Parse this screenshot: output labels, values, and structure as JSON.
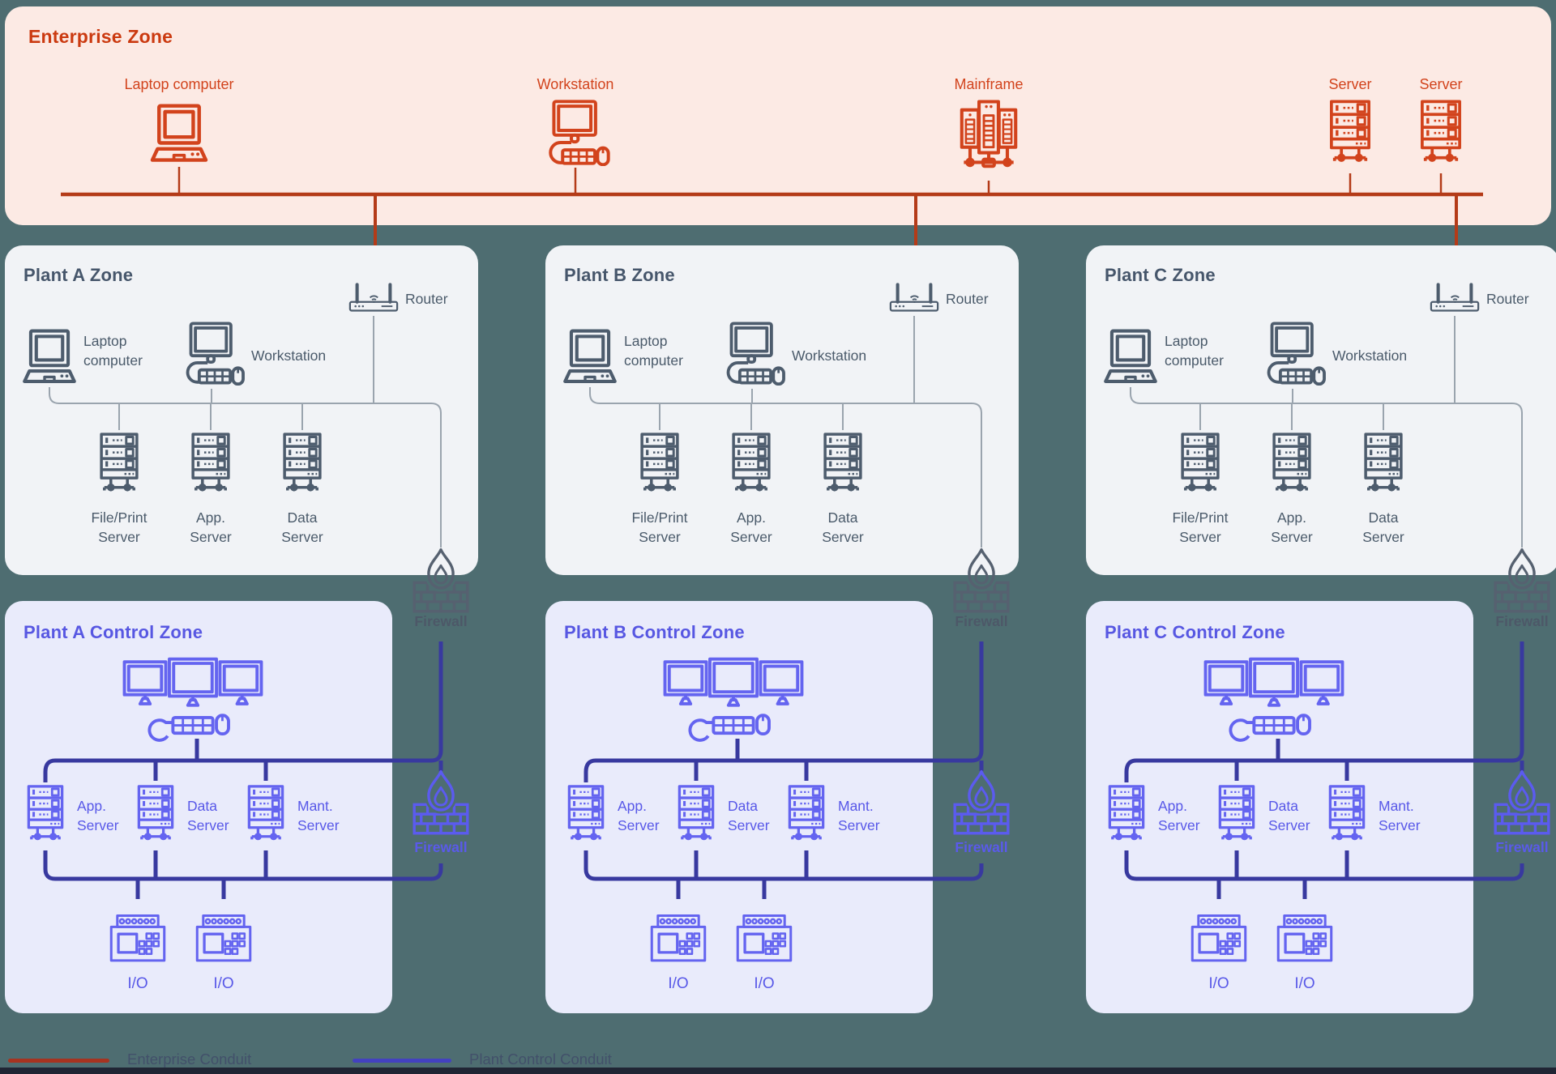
{
  "canvas": {
    "background_color": "#4e6d71",
    "footer_bar_color": "#202534"
  },
  "enterprise_zone": {
    "title": "Enterprise Zone",
    "background_color": "#fceae4",
    "accent_color": "#d2431c",
    "conduit_color": "#b43b18",
    "devices": [
      {
        "label": "Laptop computer",
        "icon": "laptop-icon"
      },
      {
        "label": "Workstation",
        "icon": "workstation-icon"
      },
      {
        "label": "Mainframe",
        "icon": "mainframe-icon"
      },
      {
        "label": "Server",
        "icon": "server-icon"
      },
      {
        "label": "Server",
        "icon": "server-icon"
      }
    ]
  },
  "plant_zones": [
    {
      "title": "Plant A Zone",
      "router_label": "Router",
      "laptop_label": "Laptop computer",
      "workstation_label": "Workstation",
      "server_labels": [
        "File/Print Server",
        "App. Server",
        "Data Server"
      ],
      "firewall_label": "Firewall"
    },
    {
      "title": "Plant B Zone",
      "router_label": "Router",
      "laptop_label": "Laptop computer",
      "workstation_label": "Workstation",
      "server_labels": [
        "File/Print Server",
        "App. Server",
        "Data Server"
      ],
      "firewall_label": "Firewall"
    },
    {
      "title": "Plant C Zone",
      "router_label": "Router",
      "laptop_label": "Laptop computer",
      "workstation_label": "Workstation",
      "server_labels": [
        "File/Print Server",
        "App. Server",
        "Data Server"
      ],
      "firewall_label": "Firewall"
    }
  ],
  "control_zones": [
    {
      "title": "Plant A Control Zone",
      "server_labels": [
        "App. Server",
        "Data Server",
        "Mant. Server"
      ],
      "io_labels": [
        "I/O",
        "I/O"
      ],
      "firewall_label": "Firewall",
      "conduit_color": "#38399f"
    },
    {
      "title": "Plant B Control Zone",
      "server_labels": [
        "App. Server",
        "Data Server",
        "Mant. Server"
      ],
      "io_labels": [
        "I/O",
        "I/O"
      ],
      "firewall_label": "Firewall",
      "conduit_color": "#38399f"
    },
    {
      "title": "Plant C Control Zone",
      "server_labels": [
        "App. Server",
        "Data Server",
        "Mant. Server"
      ],
      "io_labels": [
        "I/O",
        "I/O"
      ],
      "firewall_label": "Firewall",
      "conduit_color": "#38399f"
    }
  ],
  "legend": {
    "items": [
      {
        "label": "Enterprise Conduit",
        "color": "#a63320"
      },
      {
        "label": "Plant Control Conduit",
        "color": "#4341c0"
      }
    ]
  }
}
